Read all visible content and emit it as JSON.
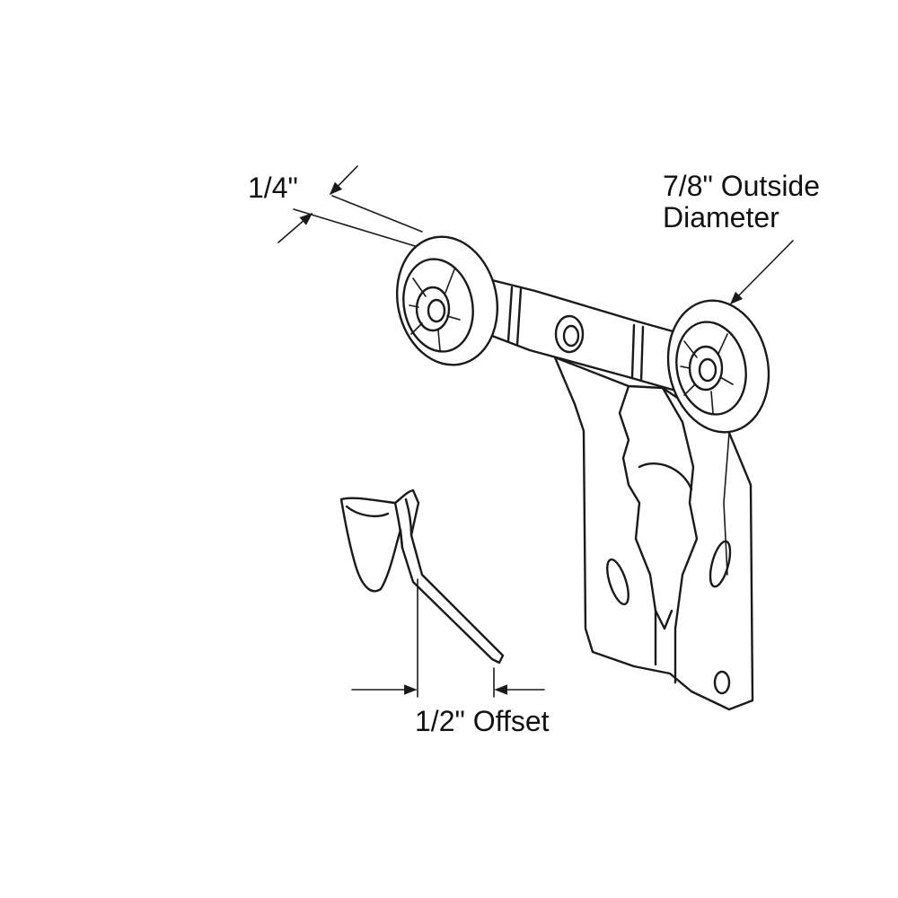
{
  "labels": {
    "quarter": "1/4\"",
    "od_line1": "7/8\" Outside",
    "od_line2": "Diameter",
    "offset": "1/2\" Offset"
  }
}
